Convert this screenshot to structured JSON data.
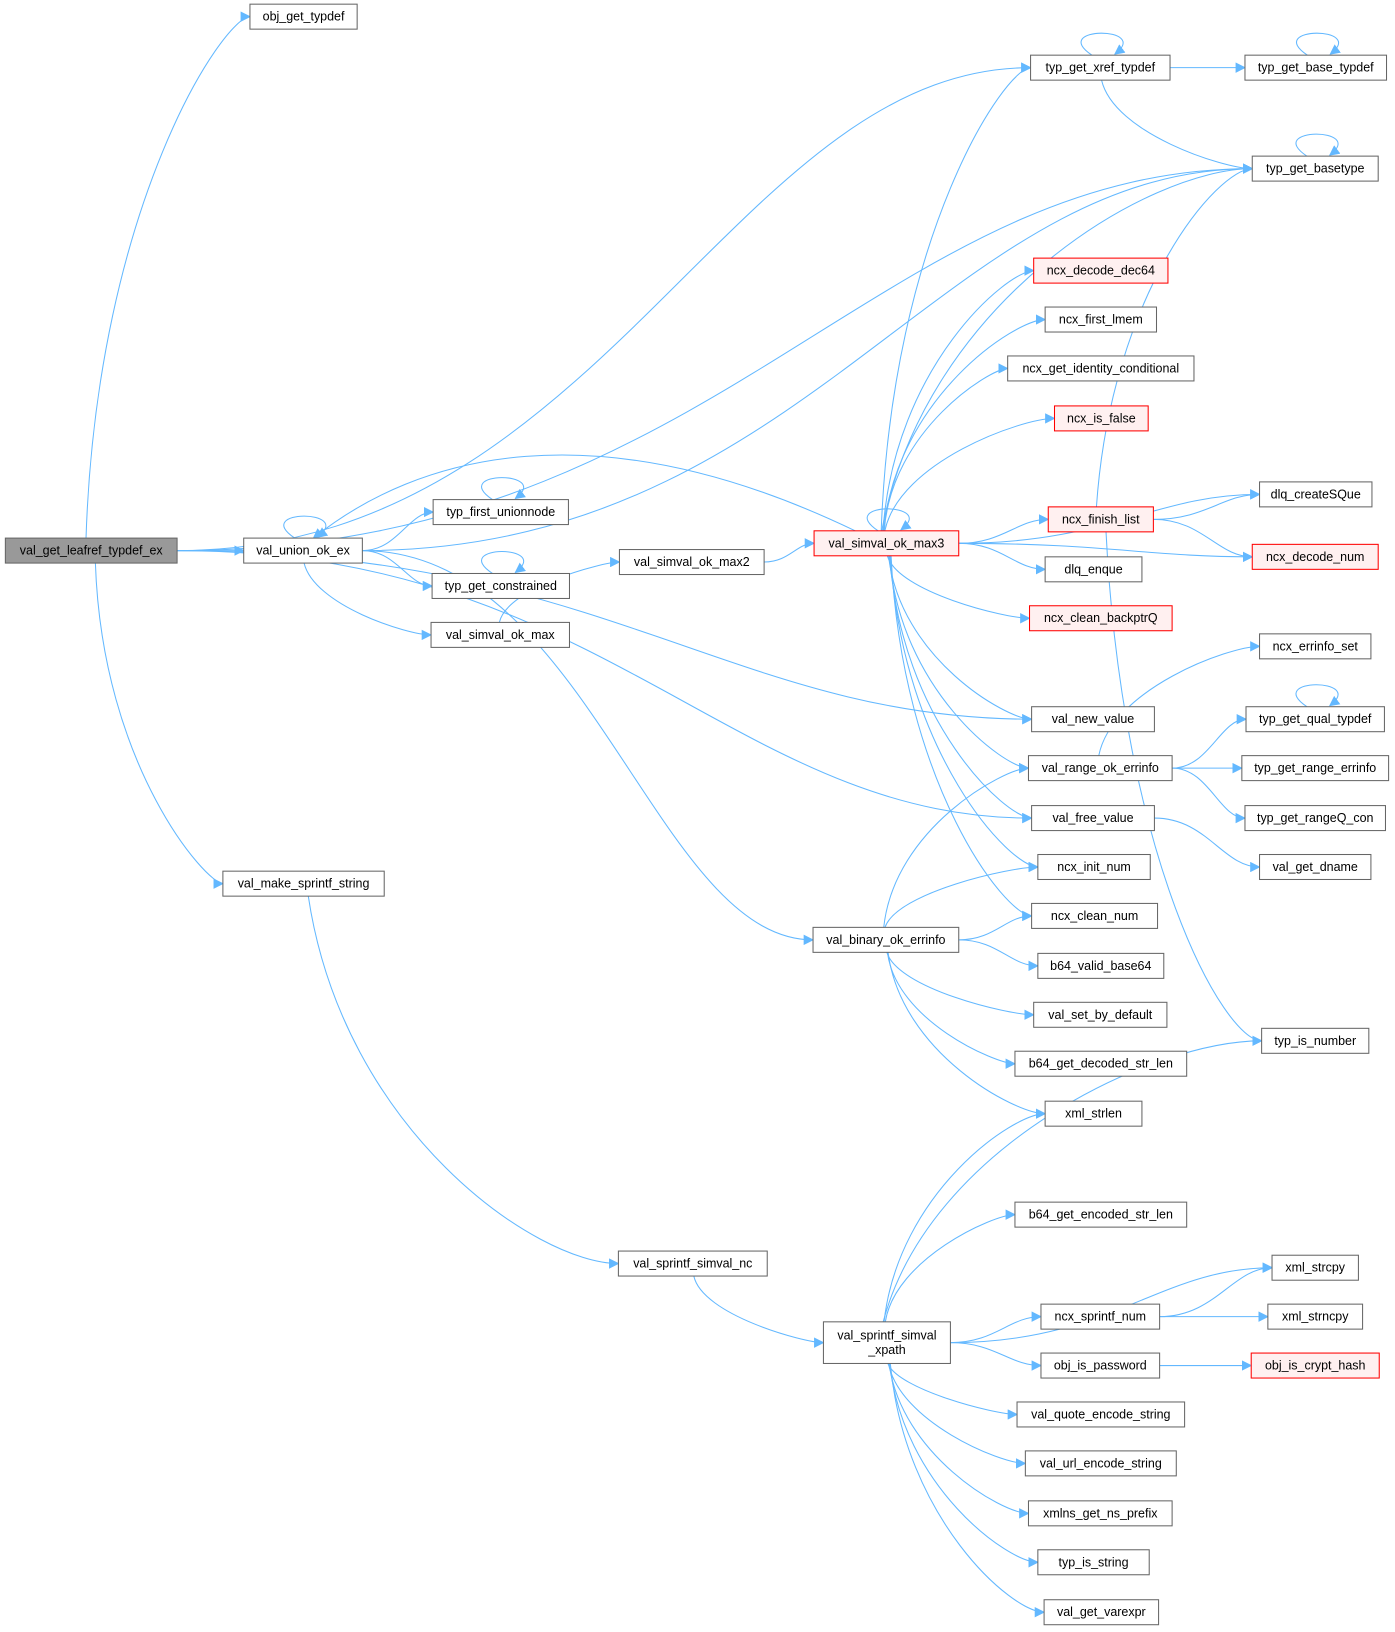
{
  "colors": {
    "edge": "#63b8ff",
    "root_fill": "#999999",
    "red_border": "#ff0000",
    "red_fill": "#fff0f0",
    "border": "#666666"
  },
  "nodes": [
    {
      "id": "root",
      "label": "val_get_leafref_typdef_ex",
      "style": "root"
    },
    {
      "id": "obj_get_typdef",
      "label": "obj_get_typdef"
    },
    {
      "id": "typ_get_xref_typdef",
      "label": "typ_get_xref_typdef"
    },
    {
      "id": "typ_get_base_typdef",
      "label": "typ_get_base_typdef"
    },
    {
      "id": "typ_get_basetype",
      "label": "typ_get_basetype"
    },
    {
      "id": "ncx_decode_dec64",
      "label": "ncx_decode_dec64",
      "style": "red"
    },
    {
      "id": "ncx_first_lmem",
      "label": "ncx_first_lmem"
    },
    {
      "id": "ncx_get_identity_conditional",
      "label": "ncx_get_identity_conditional"
    },
    {
      "id": "ncx_is_false",
      "label": "ncx_is_false",
      "style": "red"
    },
    {
      "id": "dlq_createSQue",
      "label": "dlq_createSQue"
    },
    {
      "id": "ncx_finish_list",
      "label": "ncx_finish_list",
      "style": "red"
    },
    {
      "id": "ncx_decode_num",
      "label": "ncx_decode_num",
      "style": "red"
    },
    {
      "id": "val_union_ok_ex",
      "label": "val_union_ok_ex"
    },
    {
      "id": "typ_first_unionnode",
      "label": "typ_first_unionnode"
    },
    {
      "id": "typ_get_constrained",
      "label": "typ_get_constrained"
    },
    {
      "id": "val_simval_ok_max",
      "label": "val_simval_ok_max"
    },
    {
      "id": "val_simval_ok_max2",
      "label": "val_simval_ok_max2"
    },
    {
      "id": "val_simval_ok_max3",
      "label": "val_simval_ok_max3",
      "style": "red"
    },
    {
      "id": "dlq_enque",
      "label": "dlq_enque"
    },
    {
      "id": "ncx_clean_backptrQ",
      "label": "ncx_clean_backptrQ",
      "style": "red"
    },
    {
      "id": "ncx_errinfo_set",
      "label": "ncx_errinfo_set"
    },
    {
      "id": "val_new_value",
      "label": "val_new_value"
    },
    {
      "id": "typ_get_qual_typdef",
      "label": "typ_get_qual_typdef"
    },
    {
      "id": "val_range_ok_errinfo",
      "label": "val_range_ok_errinfo"
    },
    {
      "id": "typ_get_range_errinfo",
      "label": "typ_get_range_errinfo"
    },
    {
      "id": "val_free_value",
      "label": "val_free_value"
    },
    {
      "id": "typ_get_rangeQ_con",
      "label": "typ_get_rangeQ_con"
    },
    {
      "id": "val_get_dname",
      "label": "val_get_dname"
    },
    {
      "id": "ncx_init_num",
      "label": "ncx_init_num"
    },
    {
      "id": "val_make_sprintf_string",
      "label": "val_make_sprintf_string"
    },
    {
      "id": "ncx_clean_num",
      "label": "ncx_clean_num"
    },
    {
      "id": "val_binary_ok_errinfo",
      "label": "val_binary_ok_errinfo"
    },
    {
      "id": "b64_valid_base64",
      "label": "b64_valid_base64"
    },
    {
      "id": "val_set_by_default",
      "label": "val_set_by_default"
    },
    {
      "id": "typ_is_number",
      "label": "typ_is_number"
    },
    {
      "id": "b64_get_decoded_str_len",
      "label": "b64_get_decoded_str_len"
    },
    {
      "id": "xml_strlen",
      "label": "xml_strlen"
    },
    {
      "id": "b64_get_encoded_str_len",
      "label": "b64_get_encoded_str_len"
    },
    {
      "id": "val_sprintf_simval_nc",
      "label": "val_sprintf_simval_nc"
    },
    {
      "id": "xml_strcpy",
      "label": "xml_strcpy"
    },
    {
      "id": "ncx_sprintf_num",
      "label": "ncx_sprintf_num"
    },
    {
      "id": "xml_strncpy",
      "label": "xml_strncpy"
    },
    {
      "id": "val_sprintf_simval_xpath",
      "label": "val_sprintf_simval",
      "label2": "_xpath"
    },
    {
      "id": "obj_is_password",
      "label": "obj_is_password"
    },
    {
      "id": "obj_is_crypt_hash",
      "label": "obj_is_crypt_hash",
      "style": "red"
    },
    {
      "id": "val_quote_encode_string",
      "label": "val_quote_encode_string"
    },
    {
      "id": "val_url_encode_string",
      "label": "val_url_encode_string"
    },
    {
      "id": "xmlns_get_ns_prefix",
      "label": "xmlns_get_ns_prefix"
    },
    {
      "id": "typ_is_string",
      "label": "typ_is_string"
    },
    {
      "id": "val_get_varexpr",
      "label": "val_get_varexpr"
    }
  ],
  "edges": [
    [
      "root",
      "obj_get_typdef"
    ],
    [
      "root",
      "typ_get_xref_typdef"
    ],
    [
      "root",
      "typ_get_basetype"
    ],
    [
      "root",
      "val_union_ok_ex"
    ],
    [
      "root",
      "val_new_value"
    ],
    [
      "root",
      "val_free_value"
    ],
    [
      "root",
      "val_make_sprintf_string"
    ],
    [
      "val_union_ok_ex",
      "val_union_ok_ex"
    ],
    [
      "val_union_ok_ex",
      "typ_get_basetype"
    ],
    [
      "val_union_ok_ex",
      "typ_first_unionnode"
    ],
    [
      "val_union_ok_ex",
      "typ_get_constrained"
    ],
    [
      "val_union_ok_ex",
      "val_simval_ok_max"
    ],
    [
      "val_union_ok_ex",
      "val_binary_ok_errinfo"
    ],
    [
      "typ_first_unionnode",
      "typ_first_unionnode"
    ],
    [
      "typ_get_constrained",
      "typ_get_constrained"
    ],
    [
      "val_simval_ok_max",
      "val_simval_ok_max2"
    ],
    [
      "val_simval_ok_max2",
      "val_simval_ok_max3"
    ],
    [
      "val_simval_ok_max3",
      "val_simval_ok_max3"
    ],
    [
      "val_simval_ok_max3",
      "val_union_ok_ex"
    ],
    [
      "val_simval_ok_max3",
      "typ_get_xref_typdef"
    ],
    [
      "val_simval_ok_max3",
      "typ_get_basetype"
    ],
    [
      "val_simval_ok_max3",
      "ncx_decode_dec64"
    ],
    [
      "val_simval_ok_max3",
      "ncx_first_lmem"
    ],
    [
      "val_simval_ok_max3",
      "ncx_get_identity_conditional"
    ],
    [
      "val_simval_ok_max3",
      "ncx_is_false"
    ],
    [
      "val_simval_ok_max3",
      "dlq_createSQue"
    ],
    [
      "val_simval_ok_max3",
      "ncx_finish_list"
    ],
    [
      "val_simval_ok_max3",
      "dlq_enque"
    ],
    [
      "val_simval_ok_max3",
      "ncx_clean_backptrQ"
    ],
    [
      "val_simval_ok_max3",
      "ncx_decode_num"
    ],
    [
      "val_simval_ok_max3",
      "val_new_value"
    ],
    [
      "val_simval_ok_max3",
      "val_range_ok_errinfo"
    ],
    [
      "val_simval_ok_max3",
      "val_free_value"
    ],
    [
      "val_simval_ok_max3",
      "ncx_init_num"
    ],
    [
      "val_simval_ok_max3",
      "ncx_clean_num"
    ],
    [
      "typ_get_xref_typdef",
      "typ_get_xref_typdef"
    ],
    [
      "typ_get_xref_typdef",
      "typ_get_base_typdef"
    ],
    [
      "typ_get_xref_typdef",
      "typ_get_basetype"
    ],
    [
      "typ_get_base_typdef",
      "typ_get_base_typdef"
    ],
    [
      "typ_get_basetype",
      "typ_get_basetype"
    ],
    [
      "ncx_finish_list",
      "typ_get_basetype"
    ],
    [
      "ncx_finish_list",
      "dlq_createSQue"
    ],
    [
      "ncx_finish_list",
      "ncx_decode_num"
    ],
    [
      "ncx_finish_list",
      "typ_is_number"
    ],
    [
      "val_range_ok_errinfo",
      "ncx_errinfo_set"
    ],
    [
      "val_range_ok_errinfo",
      "typ_get_qual_typdef"
    ],
    [
      "val_range_ok_errinfo",
      "typ_get_range_errinfo"
    ],
    [
      "val_range_ok_errinfo",
      "typ_get_rangeQ_con"
    ],
    [
      "typ_get_qual_typdef",
      "typ_get_qual_typdef"
    ],
    [
      "val_free_value",
      "val_get_dname"
    ],
    [
      "val_binary_ok_errinfo",
      "val_range_ok_errinfo"
    ],
    [
      "val_binary_ok_errinfo",
      "ncx_init_num"
    ],
    [
      "val_binary_ok_errinfo",
      "ncx_clean_num"
    ],
    [
      "val_binary_ok_errinfo",
      "b64_valid_base64"
    ],
    [
      "val_binary_ok_errinfo",
      "val_set_by_default"
    ],
    [
      "val_binary_ok_errinfo",
      "b64_get_decoded_str_len"
    ],
    [
      "val_binary_ok_errinfo",
      "xml_strlen"
    ],
    [
      "val_make_sprintf_string",
      "val_sprintf_simval_nc"
    ],
    [
      "val_sprintf_simval_nc",
      "val_sprintf_simval_xpath"
    ],
    [
      "val_sprintf_simval_xpath",
      "xml_strlen"
    ],
    [
      "val_sprintf_simval_xpath",
      "typ_is_number"
    ],
    [
      "val_sprintf_simval_xpath",
      "b64_get_encoded_str_len"
    ],
    [
      "val_sprintf_simval_xpath",
      "xml_strcpy"
    ],
    [
      "val_sprintf_simval_xpath",
      "ncx_sprintf_num"
    ],
    [
      "val_sprintf_simval_xpath",
      "obj_is_password"
    ],
    [
      "val_sprintf_simval_xpath",
      "val_quote_encode_string"
    ],
    [
      "val_sprintf_simval_xpath",
      "val_url_encode_string"
    ],
    [
      "val_sprintf_simval_xpath",
      "xmlns_get_ns_prefix"
    ],
    [
      "val_sprintf_simval_xpath",
      "typ_is_string"
    ],
    [
      "val_sprintf_simval_xpath",
      "val_get_varexpr"
    ],
    [
      "ncx_sprintf_num",
      "xml_strcpy"
    ],
    [
      "ncx_sprintf_num",
      "xml_strncpy"
    ],
    [
      "obj_is_password",
      "obj_is_crypt_hash"
    ]
  ]
}
